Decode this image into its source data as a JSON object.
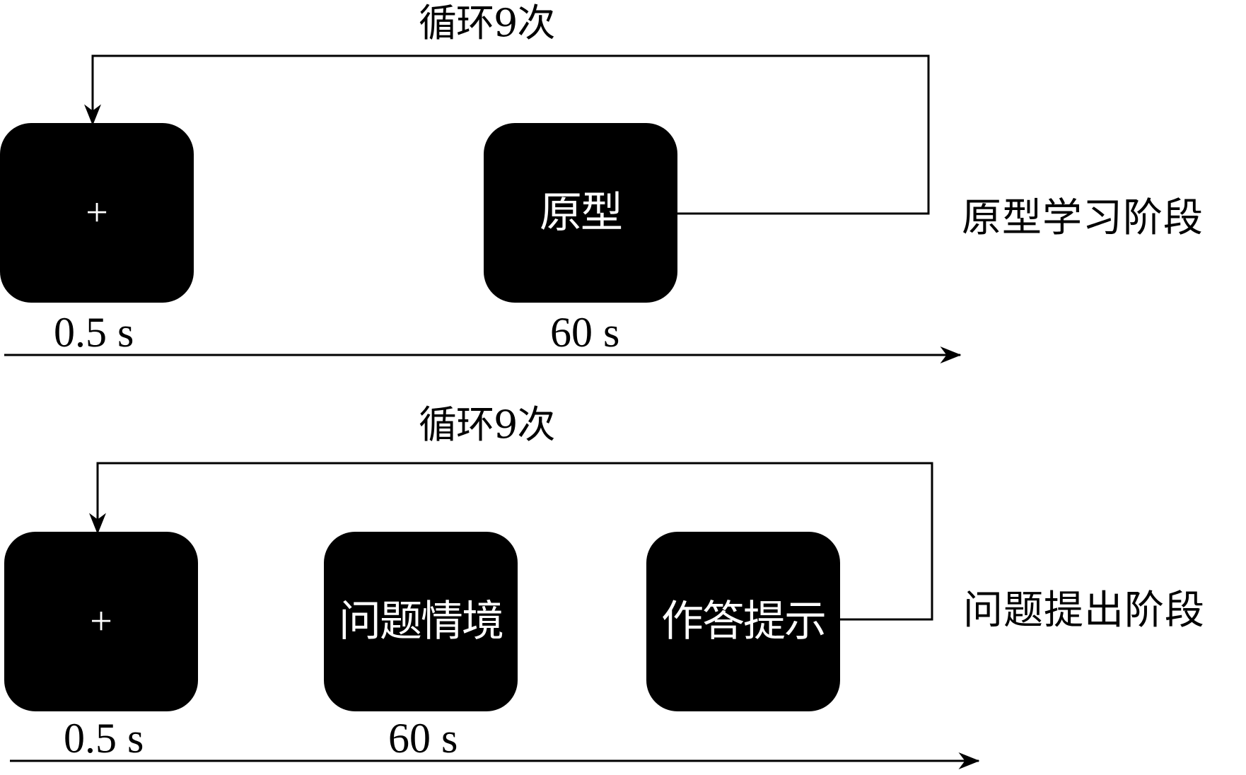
{
  "diagram": {
    "phase1": {
      "name": "原型学习阶段",
      "loop_label": "循环9次",
      "fixation": {
        "symbol": "+",
        "duration": "0.5 s"
      },
      "stimulus": {
        "text": "原型",
        "duration": "60 s"
      }
    },
    "phase2": {
      "name": "问题提出阶段",
      "loop_label": "循环9次",
      "fixation": {
        "symbol": "+",
        "duration": "0.5 s"
      },
      "stimulus": {
        "text": "问题情境",
        "duration": "60 s"
      },
      "prompt": {
        "text": "作答提示"
      }
    }
  }
}
